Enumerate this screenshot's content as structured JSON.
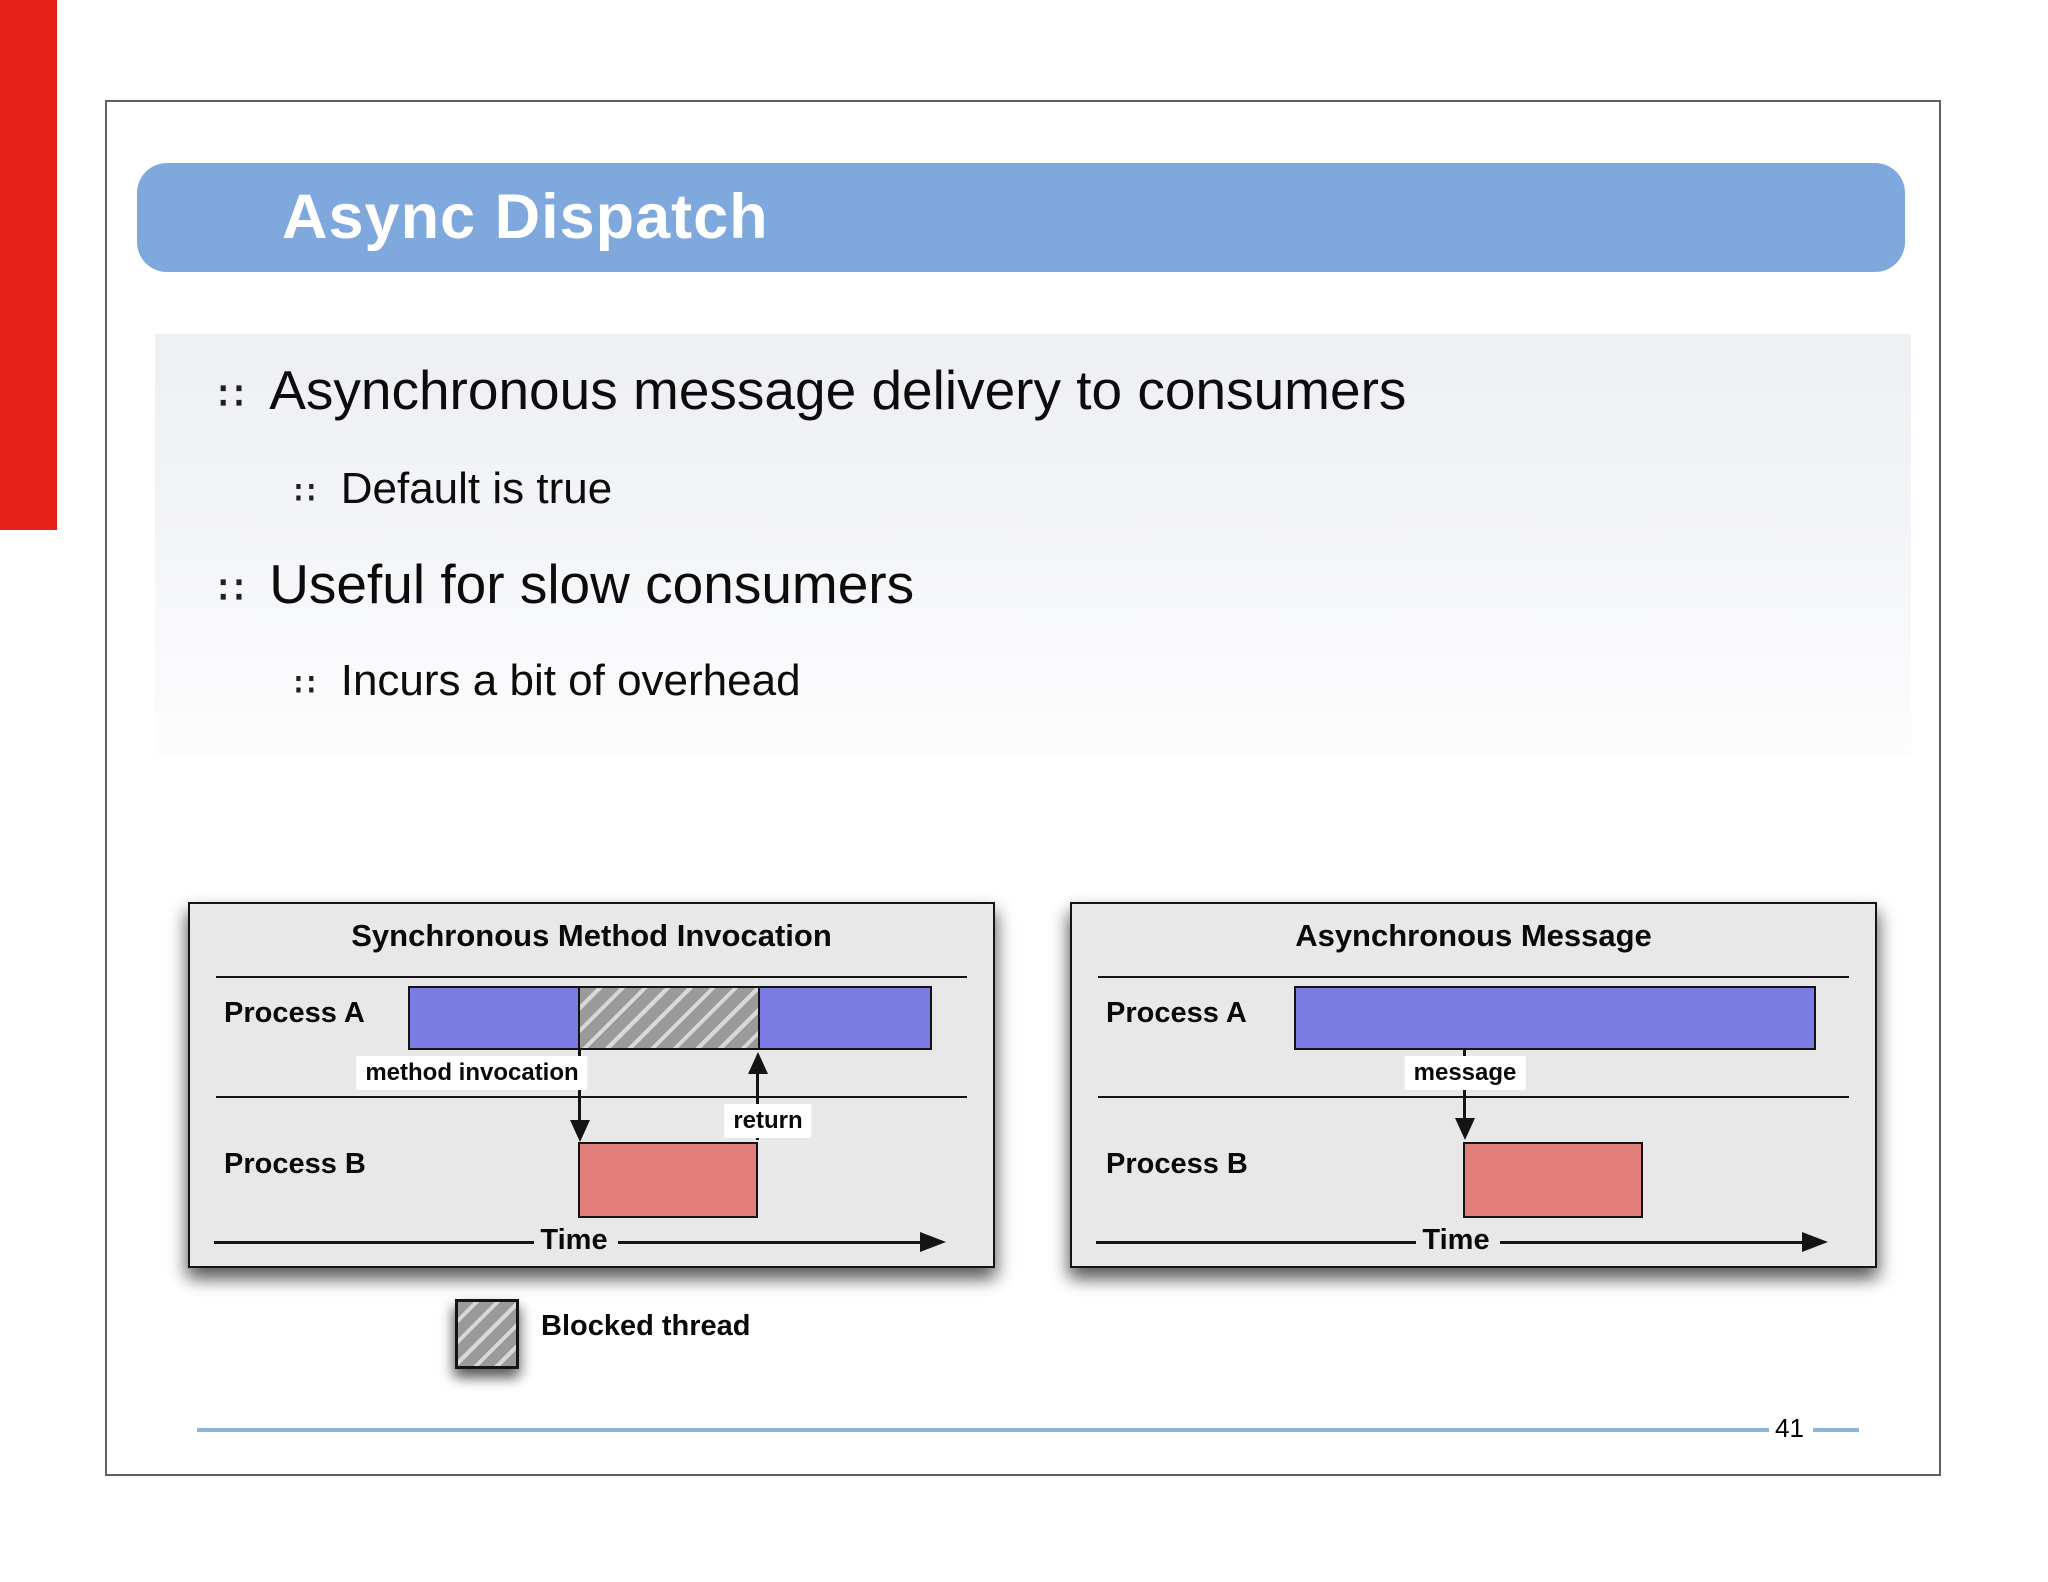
{
  "slide": {
    "title": "Async Dispatch",
    "page_number": "41"
  },
  "bullet_marker": "∷",
  "bullets": {
    "b1": "Asynchronous message delivery to consumers",
    "b2": "Default is true",
    "b3": "Useful for slow consumers",
    "b4": "Incurs a bit of overhead"
  },
  "diagram_left": {
    "title": "Synchronous Method Invocation",
    "process_a": "Process A",
    "process_b": "Process B",
    "invocation_label": "method invocation",
    "return_label": "return",
    "time_label": "Time"
  },
  "diagram_right": {
    "title": "Asynchronous Message",
    "process_a": "Process A",
    "process_b": "Process B",
    "message_label": "message",
    "time_label": "Time"
  },
  "legend": {
    "blocked_thread": "Blocked thread"
  },
  "colors": {
    "title_bar_blue": "#7fa9dd",
    "process_bar_blue": "#7b7ce2",
    "process_bar_red": "#e27e7c",
    "panel_background": "#e8e8e8",
    "footer_line_blue": "#8ab4da",
    "edge_strip_red": "#e62117"
  }
}
